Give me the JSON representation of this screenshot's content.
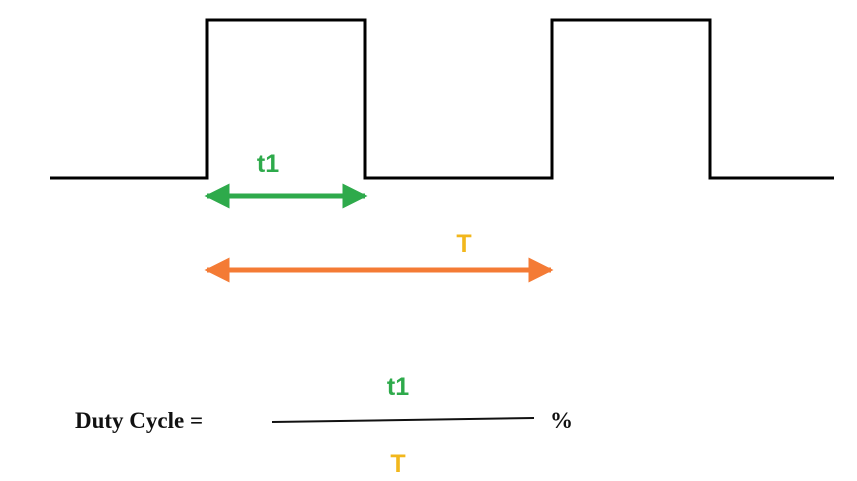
{
  "diagram": {
    "labels": {
      "pulse_width": "t1",
      "period": "T"
    },
    "formula": {
      "lhs": "Duty Cycle =",
      "numerator": "t1",
      "denominator": "T",
      "unit": "%"
    },
    "colors": {
      "signal": "#000000",
      "pulse_width_arrow": "#2eaa4b",
      "period_arrow": "#f47b35",
      "period_label": "#f2b71c",
      "text": "#111111"
    }
  }
}
